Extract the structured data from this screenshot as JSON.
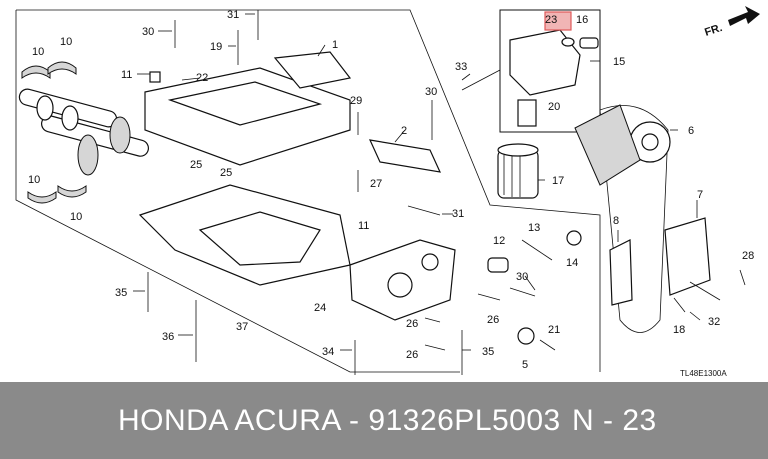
{
  "diagram": {
    "direction_label": "FR.",
    "drawing_code": "TL48E1300A",
    "highlight_color": "#e05a5a",
    "highlighted_callout": "23",
    "callouts": {
      "c1": "1",
      "c2": "2",
      "c5": "5",
      "c6": "6",
      "c7": "7",
      "c8": "8",
      "c10a": "10",
      "c10b": "10",
      "c10c": "10",
      "c10d": "10",
      "c11a": "11",
      "c11b": "11",
      "c12": "12",
      "c13": "13",
      "c14": "14",
      "c15": "15",
      "c16": "16",
      "c17": "17",
      "c18": "18",
      "c19": "19",
      "c20": "20",
      "c21": "21",
      "c22": "22",
      "c23": "23",
      "c24": "24",
      "c25a": "25",
      "c25b": "25",
      "c26a": "26",
      "c26b": "26",
      "c26c": "26",
      "c27": "27",
      "c28": "28",
      "c29": "29",
      "c30a": "30",
      "c30b": "30",
      "c30c": "30",
      "c31a": "31",
      "c31b": "31",
      "c32": "32",
      "c33": "33",
      "c34": "34",
      "c35a": "35",
      "c35b": "35",
      "c36": "36",
      "c37": "37"
    }
  },
  "footer": {
    "part_text": "HONDA ACURA - 91326PL5003",
    "ref_text": "N - 23",
    "background_color": "#8a8a8a"
  }
}
